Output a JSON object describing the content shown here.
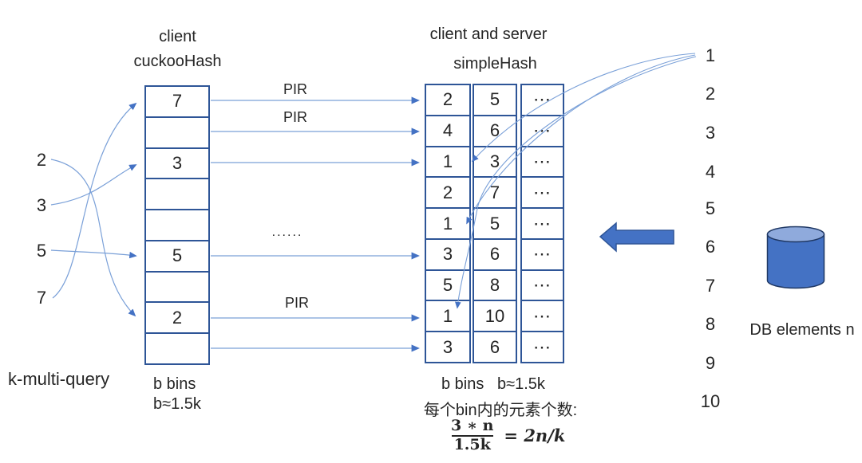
{
  "colors": {
    "accent": "#4472c4",
    "table_border": "#2e5597",
    "thin_line": "#7aa0d8",
    "cylinder_body": "#4472c4",
    "cylinder_top": "#8faadc",
    "text": "#262626"
  },
  "left": {
    "label": "k-multi-query",
    "queries": [
      "2",
      "3",
      "5",
      "7"
    ]
  },
  "cuckoo": {
    "title_line1": "client",
    "title_line2": "cuckooHash",
    "cells": [
      "7",
      "",
      "3",
      "",
      "",
      "5",
      "",
      "2",
      ""
    ],
    "caption_line1": "b bins",
    "caption_line2": "b≈1.5k"
  },
  "pir": {
    "labels": [
      "PIR",
      "PIR",
      "PIR"
    ],
    "ellipsis": "......"
  },
  "simple": {
    "title_line1": "client and server",
    "title_line2": "simpleHash",
    "rows": [
      [
        "2",
        "5",
        "⋯"
      ],
      [
        "4",
        "6",
        "⋯"
      ],
      [
        "1",
        "3",
        "⋯"
      ],
      [
        "2",
        "7",
        "⋯"
      ],
      [
        "1",
        "5",
        "⋯"
      ],
      [
        "3",
        "6",
        "⋯"
      ],
      [
        "5",
        "8",
        "⋯"
      ],
      [
        "1",
        "10",
        "⋯"
      ],
      [
        "3",
        "6",
        "⋯"
      ]
    ],
    "caption_bins": "b bins",
    "caption_approx": "b≈1.5k",
    "bin_note": "每个bin内的元素个数:",
    "formula": {
      "numerator": "3 ∗ n",
      "denominator": "1.5k",
      "rhs": "= 2n/k"
    }
  },
  "right": {
    "indices": [
      "1",
      "2",
      "3",
      "4",
      "5",
      "6",
      "7",
      "8",
      "9",
      "10"
    ],
    "db_label": "DB elements n"
  }
}
